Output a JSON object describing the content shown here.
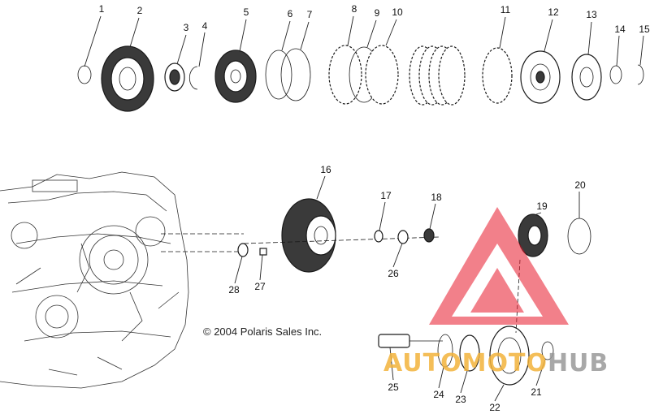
{
  "copyright": "© 2004 Polaris Sales Inc.",
  "watermark": {
    "left": "AUTO",
    "middle": "MOTO",
    "right": "HUB",
    "accent_color": "#e8192c"
  },
  "callouts": [
    "1",
    "2",
    "3",
    "4",
    "5",
    "6",
    "7",
    "8",
    "9",
    "10",
    "11",
    "12",
    "13",
    "14",
    "15",
    "16",
    "17",
    "18",
    "19",
    "20",
    "21",
    "22",
    "23",
    "24",
    "25",
    "26",
    "27",
    "28"
  ]
}
